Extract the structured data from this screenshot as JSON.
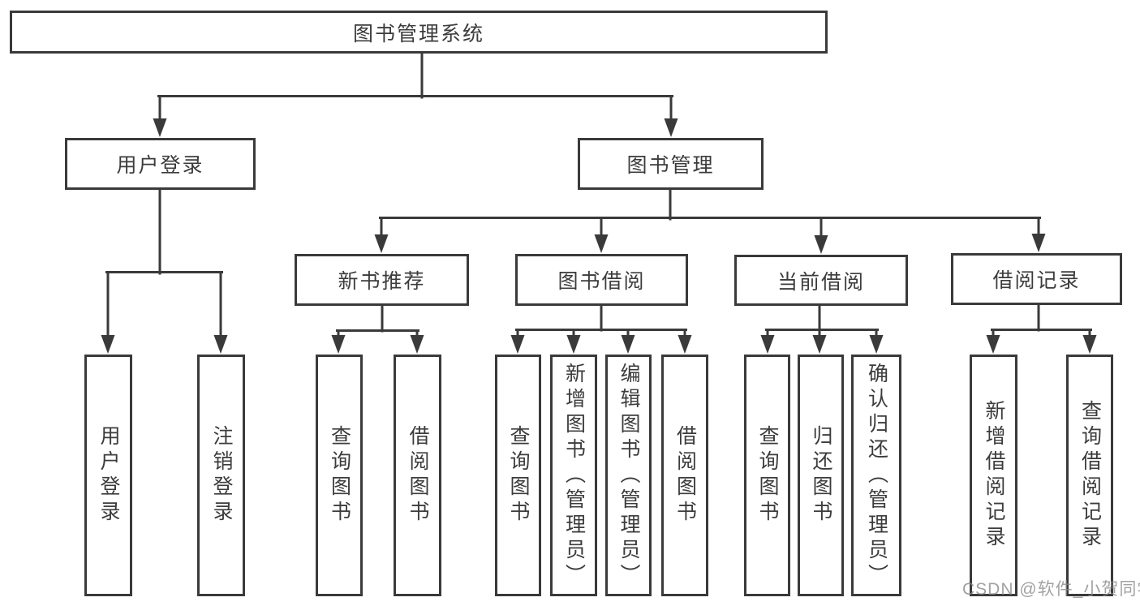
{
  "colors": {
    "background": "#ffffff",
    "line": "#3a3a3a",
    "node_border": "#3a3a3a",
    "node_text": "#3c3c3c",
    "watermark": "#8f8f8f"
  },
  "nodes": {
    "root": "图书管理系统",
    "user_login": "用户登录",
    "book_mgmt": "图书管理",
    "leaf_user_login": "用户登录",
    "leaf_logout": "注销登录",
    "new_book_rec": "新书推荐",
    "book_borrow": "图书借阅",
    "current_borrow": "当前借阅",
    "borrow_records": "借阅记录",
    "rec_query": "查询图书",
    "rec_borrow": "借阅图书",
    "bb_query": "查询图书",
    "bb_add": "新增图书（管理员）",
    "bb_edit": "编辑图书（管理员）",
    "bb_borrow": "借阅图书",
    "cb_query": "查询图书",
    "cb_return": "归还图书",
    "cb_confirm": "确认归还（管理员）",
    "br_add": "新增借阅记录",
    "br_query": "查询借阅记录"
  },
  "hierarchy": {
    "图书管理系统": {
      "用户登录": [
        "用户登录",
        "注销登录"
      ],
      "图书管理": {
        "新书推荐": [
          "查询图书",
          "借阅图书"
        ],
        "图书借阅": [
          "查询图书",
          "新增图书（管理员）",
          "编辑图书（管理员）",
          "借阅图书"
        ],
        "当前借阅": [
          "查询图书",
          "归还图书",
          "确认归还（管理员）"
        ],
        "借阅记录": [
          "新增借阅记录",
          "查询借阅记录"
        ]
      }
    }
  },
  "watermark": {
    "text": "CSDN @软件_小贺同学"
  }
}
